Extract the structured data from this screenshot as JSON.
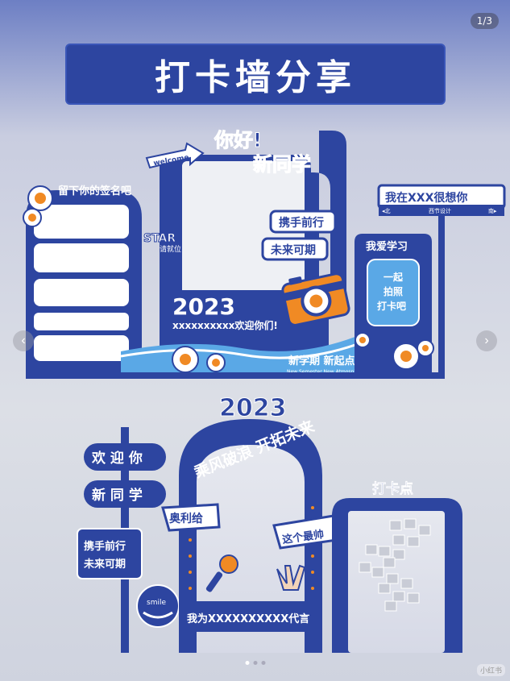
{
  "viewer": {
    "page_counter": "1/3",
    "watermark": "小红书"
  },
  "title": "打卡墙分享",
  "panel1": {
    "sign_label": "留下你的签名吧",
    "star_text": "STAR",
    "star_sub": "请就位",
    "welcome_arrow": "welcome",
    "greeting_line1": "你好!",
    "greeting_line2": "新同学",
    "tag_hand": "携手前行",
    "tag_future": "未来可期",
    "year": "2023",
    "welcome_line": "xxxxxxxxxx欢迎你们!",
    "sign_ixx": "我在XXX很想你",
    "sign_north": "◂北",
    "sign_mid": "西节设计",
    "sign_south": "南▸",
    "love_study": "我爱学习",
    "photo_line1": "一起",
    "photo_line2": "拍照",
    "photo_line3": "打卡吧",
    "wave_main": "新学期 新起点",
    "wave_sub": "New Semester New Atmosphere"
  },
  "panel2": {
    "year": "2023",
    "arch_slogan": "乘风破浪 开拓未来",
    "welcome1": "欢 迎 你",
    "welcome2": "新 同 学",
    "hand_line1": "携手前行",
    "hand_line2": "未来可期",
    "bubble_left": "奥利给",
    "bubble_right": "这个最帅",
    "smile": "smile",
    "bottom_line": "我为XXXXXXXXXX代言",
    "checkin": "打卡点"
  },
  "colors": {
    "primary": "#2d45a0",
    "accent": "#f08a24",
    "light_blue": "#5aa8e6"
  }
}
